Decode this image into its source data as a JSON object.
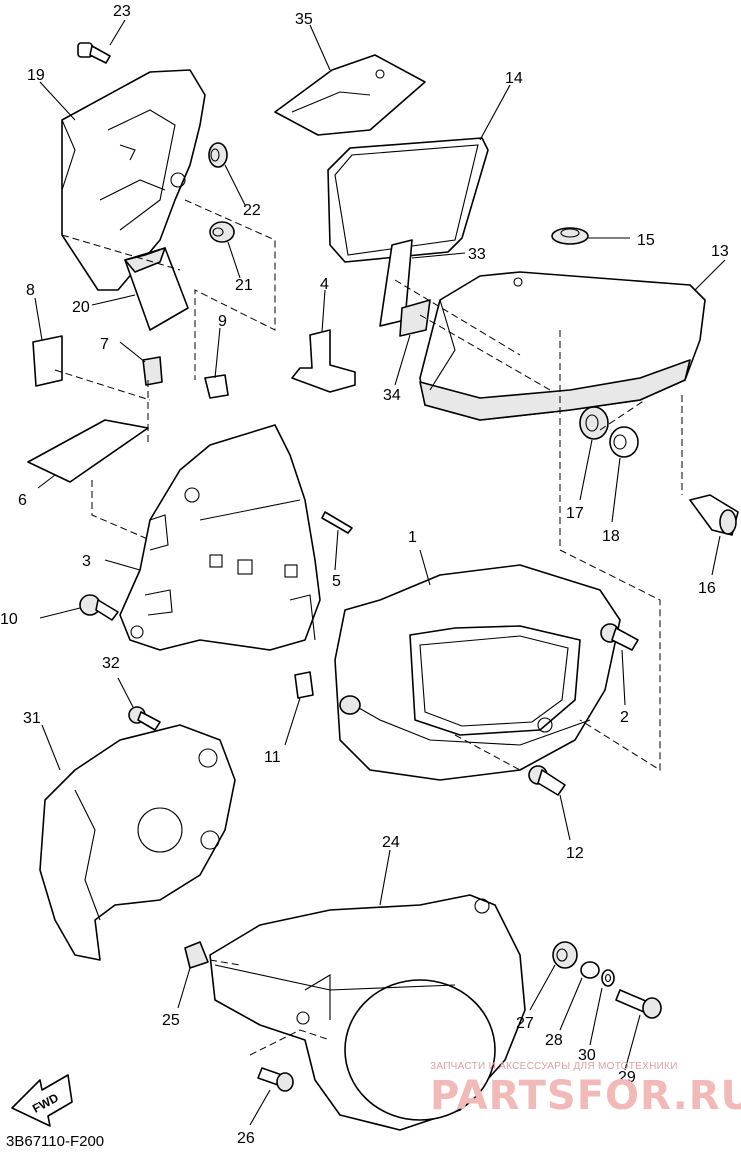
{
  "diagram": {
    "code": "3B67110-F200",
    "fwd_label": "FWD",
    "watermark": {
      "small": "ЗАПЧАСТИ И АКСЕССУАРЫ ДЛЯ МОТОТЕХНИКИ",
      "big": "PARTSFOR.RU"
    },
    "callouts": [
      "1",
      "2",
      "3",
      "4",
      "5",
      "6",
      "7",
      "8",
      "9",
      "10",
      "11",
      "12",
      "13",
      "14",
      "15",
      "16",
      "17",
      "18",
      "19",
      "20",
      "21",
      "22",
      "23",
      "24",
      "25",
      "26",
      "27",
      "28",
      "29",
      "30",
      "31",
      "32",
      "33",
      "34",
      "35"
    ]
  }
}
